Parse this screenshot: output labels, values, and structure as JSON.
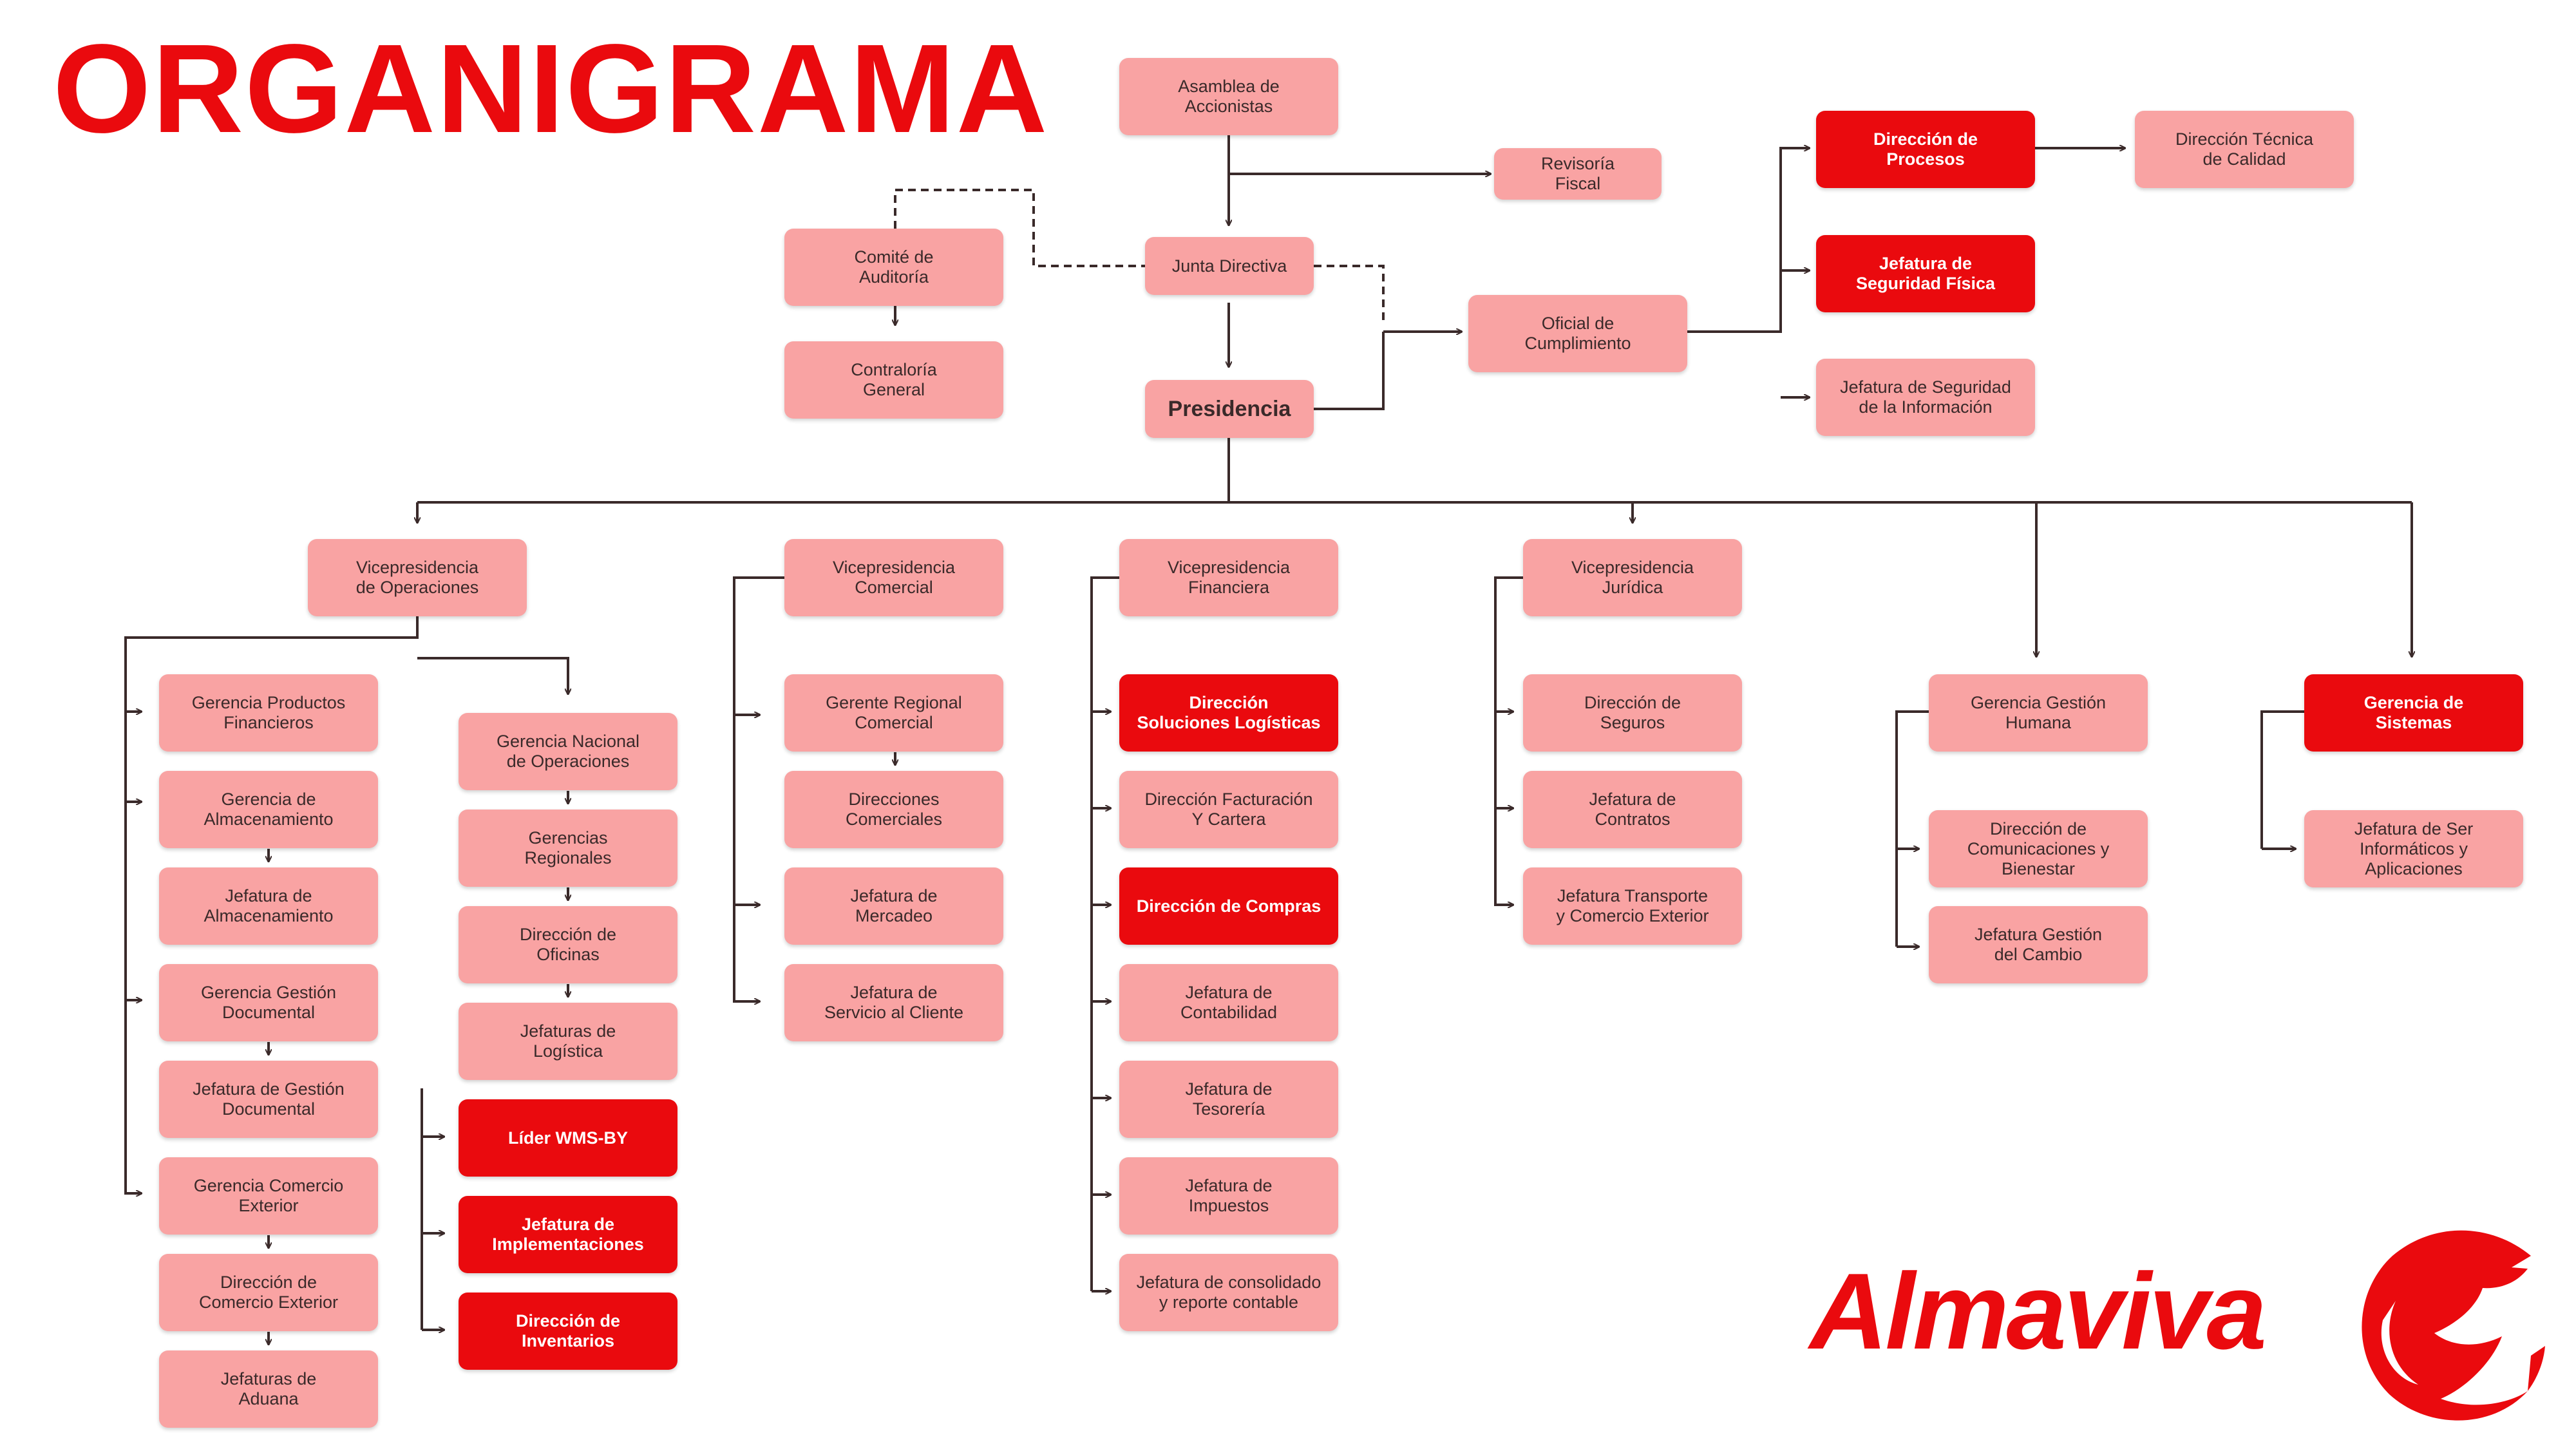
{
  "title": "ORGANIGRAMA",
  "colors": {
    "accent": "#ea0a0e",
    "node_fill": "#f9a3a3",
    "line": "#3a2a2a"
  },
  "nodes": {
    "asamblea": "Asamblea de\nAccionistas",
    "revisoria": "Revisoría\nFiscal",
    "comite": "Comité de\nAuditoría",
    "contraloria": "Contraloría\nGeneral",
    "junta": "Junta Directiva",
    "presidencia": "Presidencia",
    "oficial": "Oficial de\nCumplimiento",
    "dir_procesos": "Dirección de\nProcesos",
    "dir_tecnica": "Dirección Técnica\nde Calidad",
    "jef_seg_fisica": "Jefatura de\nSeguridad Física",
    "jef_seg_info": "Jefatura de Seguridad\nde la Información",
    "vp_operaciones": "Vicepresidencia\nde Operaciones",
    "ger_productos": "Gerencia Productos\nFinancieros",
    "ger_almacenamiento": "Gerencia de\nAlmacenamiento",
    "jef_almacenamiento": "Jefatura de\nAlmacenamiento",
    "ger_documental": "Gerencia Gestión\nDocumental",
    "jef_documental": "Jefatura de Gestión\nDocumental",
    "ger_comercio": "Gerencia Comercio\nExterior",
    "dir_comercio": "Dirección de\nComercio Exterior",
    "jef_aduana": "Jefaturas de\nAduana",
    "ger_nac_operaciones": "Gerencia Nacional\nde Operaciones",
    "ger_regionales": "Gerencias\nRegionales",
    "dir_oficinas": "Dirección de\nOficinas",
    "jef_logistica": "Jefaturas de\nLogística",
    "lider_wms": "Líder WMS-BY",
    "jef_implementaciones": "Jefatura de\nImplementaciones",
    "dir_inventarios": "Dirección de\nInventarios",
    "vp_comercial": "Vicepresidencia\nComercial",
    "gerente_regional": "Gerente Regional\nComercial",
    "dir_comerciales": "Direcciones\nComerciales",
    "jef_mercadeo": "Jefatura de\nMercadeo",
    "jef_servicio": "Jefatura de\nServicio al Cliente",
    "vp_financiera": "Vicepresidencia\nFinanciera",
    "dir_soluciones": "Dirección\nSoluciones Logísticas",
    "dir_facturacion": "Dirección Facturación\nY Cartera",
    "dir_compras": "Dirección de Compras",
    "jef_contabilidad": "Jefatura de\nContabilidad",
    "jef_tesoreria": "Jefatura de\nTesorería",
    "jef_impuestos": "Jefatura de\nImpuestos",
    "jef_consolidado": "Jefatura de consolidado\ny reporte contable",
    "vp_juridica": "Vicepresidencia\nJurídica",
    "dir_seguros": "Dirección de\nSeguros",
    "jef_contratos": "Jefatura de\nContratos",
    "jef_transporte": "Jefatura Transporte\ny Comercio Exterior",
    "ger_humana": "Gerencia Gestión\nHumana",
    "dir_comunicaciones": "Dirección de\nComunicaciones y\nBienestar",
    "jef_cambio": "Jefatura Gestión\ndel Cambio",
    "ger_sistemas": "Gerencia de\nSistemas",
    "jef_ser_informaticos": "Jefatura de Ser\nInformáticos y\nAplicaciones"
  },
  "logo": {
    "wordmark": "Almaviva"
  }
}
